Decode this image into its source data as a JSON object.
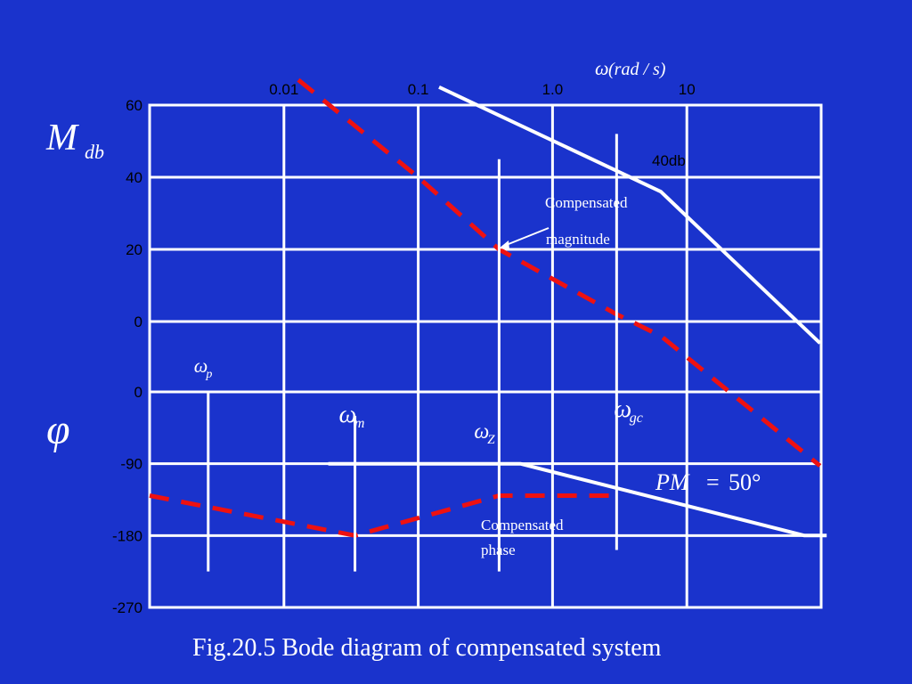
{
  "colors": {
    "background": "#1a33cc",
    "grid": "#ffffff",
    "uncompensated": "#ffffff",
    "compensated": "#ee1111",
    "tick_text": "#000000",
    "label_text": "#ffffff"
  },
  "chart_data": {
    "type": "line",
    "title": "Fig.20.5 Bode diagram of compensated system",
    "x_axis": {
      "label_omega": "ω",
      "label_units": "(rad / s)",
      "scale": "log",
      "range": [
        0.001,
        100
      ],
      "tick_labels": [
        "0.01",
        "0.1",
        "1.0",
        "10"
      ],
      "tick_values": [
        0.01,
        0.1,
        1,
        10
      ]
    },
    "magnitude_axis": {
      "label_main": "M",
      "label_sub": "db",
      "range": [
        -20,
        60
      ],
      "tick_labels": [
        "60",
        "40",
        "20",
        "0"
      ],
      "tick_values": [
        60,
        40,
        20,
        0
      ]
    },
    "phase_axis": {
      "label": "φ",
      "range": [
        -270,
        0
      ],
      "tick_labels": [
        "0",
        "-90",
        "-180",
        "-270"
      ],
      "tick_values": [
        0,
        -90,
        -180,
        -270
      ]
    },
    "grid": true,
    "series": [
      {
        "key": "mag_uncomp",
        "panel": "magnitude",
        "style": "solid",
        "x": [
          0.143,
          6.4,
          98
        ],
        "y": [
          65,
          36,
          -6
        ]
      },
      {
        "key": "mag_comp",
        "panel": "magnitude",
        "style": "dashed",
        "x": [
          0.0128,
          0.1,
          0.4,
          3.0,
          6.4,
          98
        ],
        "y": [
          67,
          40,
          20,
          2,
          -4,
          -40
        ]
      },
      {
        "key": "phase_uncomp",
        "panel": "phase",
        "style": "solid",
        "x": [
          0.0214,
          0.576,
          75,
          110
        ],
        "y": [
          -90,
          -90,
          -180,
          -180
        ]
      },
      {
        "key": "phase_comp",
        "panel": "phase",
        "style": "dashed",
        "x": [
          0.001,
          0.0338,
          0.4,
          0.576,
          3.0
        ],
        "y": [
          -130,
          -180,
          -130,
          -130,
          -130
        ]
      }
    ],
    "markers": [
      {
        "key": "omega_p",
        "x": 0.00273,
        "label": "ω",
        "sub": "p",
        "phase_from": 0,
        "phase_to": -225
      },
      {
        "key": "omega_m",
        "x": 0.0338,
        "label": "ω",
        "sub": "m",
        "phase_from": -30,
        "phase_to": -225
      },
      {
        "key": "omega_z",
        "x": 0.4,
        "label": "ω",
        "sub": "Z",
        "mag_from": 45,
        "phase_to": -225
      },
      {
        "key": "omega_gc",
        "x": 3.0,
        "label": "ω",
        "sub": "gc",
        "mag_from": 52,
        "phase_to": -198
      }
    ],
    "annotations": {
      "mag_40db": "40db",
      "compensated_magnitude_1": "Compensated",
      "compensated_magnitude_2": "magnitude",
      "compensated_phase_1": "Compensated",
      "compensated_phase_2": "phase",
      "pm_left": "PM",
      "pm_equals": "=",
      "pm_value": "50°"
    }
  }
}
